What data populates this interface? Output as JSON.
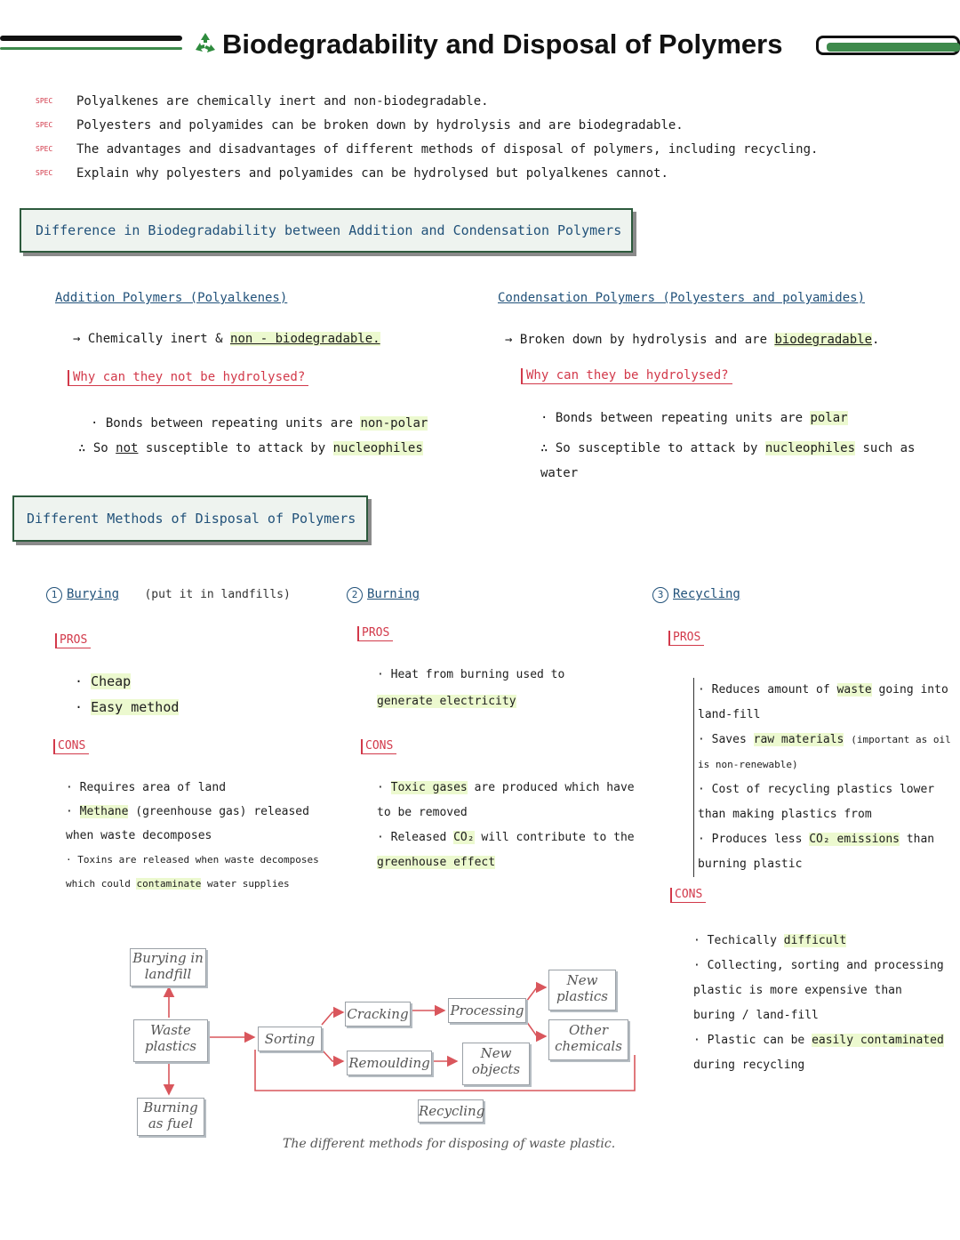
{
  "header": {
    "recycle_icon": "recycle-icon",
    "title": "Biodegradability and Disposal of Polymers"
  },
  "spec": {
    "tag": "SPEC",
    "points": [
      "Polyalkenes are chemically inert and non-biodegradable.",
      "Polyesters and polyamides can be broken down by hydrolysis and are biodegradable.",
      "The advantages and disadvantages of different methods of disposal of polymers, including recycling.",
      "Explain why polyesters and polyamides can be hydrolysed but polyalkenes cannot."
    ]
  },
  "section1": {
    "heading": "Difference in Biodegradability between Addition and Condensation Polymers",
    "addition": {
      "title": "Addition Polymers (Polyalkenes)",
      "statement_a": "Chemically inert &",
      "statement_b": "non - biodegradable.",
      "question": "Why can they not be hydrolysed?",
      "bonds_a": "Bonds between repeating units are",
      "bonds_b": "non-polar",
      "so_a": "So",
      "so_b": "not",
      "so_c": "susceptible to attack by",
      "so_d": "nucleophiles"
    },
    "condensation": {
      "title": "Condensation Polymers (Polyesters and polyamides)",
      "statement_a": "Broken down by hydrolysis and are",
      "statement_b": "biodegradable",
      "question": "Why can they be hydrolysed?",
      "bonds_a": "Bonds between repeating units are",
      "bonds_b": "polar",
      "so_a": "So susceptible to attack by",
      "so_b": "nucleophiles",
      "so_c": "such as",
      "so_d": "water"
    }
  },
  "section2": {
    "heading": "Different Methods of Disposal of Polymers",
    "pros_label": "PROS",
    "cons_label": "CONS",
    "burying": {
      "number": "1",
      "title": "Burying",
      "note": "(put it in landfills)",
      "pros": [
        "Cheap",
        "Easy method"
      ],
      "cons_1": "Requires area of land",
      "cons_2a": "Methane",
      "cons_2b": "(greenhouse gas) released when waste decomposes",
      "cons_3a": "Toxins are released when waste decomposes which could",
      "cons_3b": "contaminate",
      "cons_3c": "water supplies"
    },
    "burning": {
      "number": "2",
      "title": "Burning",
      "pros_a": "Heat from burning used to",
      "pros_b": "generate electricity",
      "cons_1a": "Toxic gases",
      "cons_1b": "are produced which have to be removed",
      "cons_2a": "Released",
      "cons_2b": "CO₂",
      "cons_2c": "will contribute to the",
      "cons_2d": "greenhouse effect"
    },
    "recycling": {
      "number": "3",
      "title": "Recycling",
      "pros_1a": "Reduces amount of",
      "pros_1b": "waste",
      "pros_1c": "going into land-fill",
      "pros_2a": "Saves",
      "pros_2b": "raw materials",
      "pros_2c": "(important as oil is non-renewable)",
      "pros_3": "Cost of recycling plastics lower than making plastics from",
      "pros_4a": "Produces less",
      "pros_4b": "CO₂ emissions",
      "pros_4c": "than burning plastic",
      "cons_1a": "Techically",
      "cons_1b": "difficult",
      "cons_2": "Collecting, sorting and processing plastic is more expensive than buring / land-fill",
      "cons_3a": "Plastic can be",
      "cons_3b": "easily contaminated",
      "cons_3c": "during recycling"
    }
  },
  "flowchart": {
    "nodes": {
      "burying": "Burying in landfill",
      "waste": "Waste plastics",
      "burning": "Burning as fuel",
      "sorting": "Sorting",
      "cracking": "Cracking",
      "remoulding": "Remoulding",
      "processing": "Processing",
      "new_objects": "New objects",
      "new_plastics": "New plastics",
      "other_chemicals": "Other chemicals",
      "recycling": "Recycling"
    },
    "caption": "The different methods for disposing of waste plastic."
  },
  "colors": {
    "accent_blue": "#22527a",
    "accent_red": "#d2394a",
    "highlight": "#ecf9cf",
    "box_border": "#2d5a3d",
    "arrow": "#d9565c"
  }
}
